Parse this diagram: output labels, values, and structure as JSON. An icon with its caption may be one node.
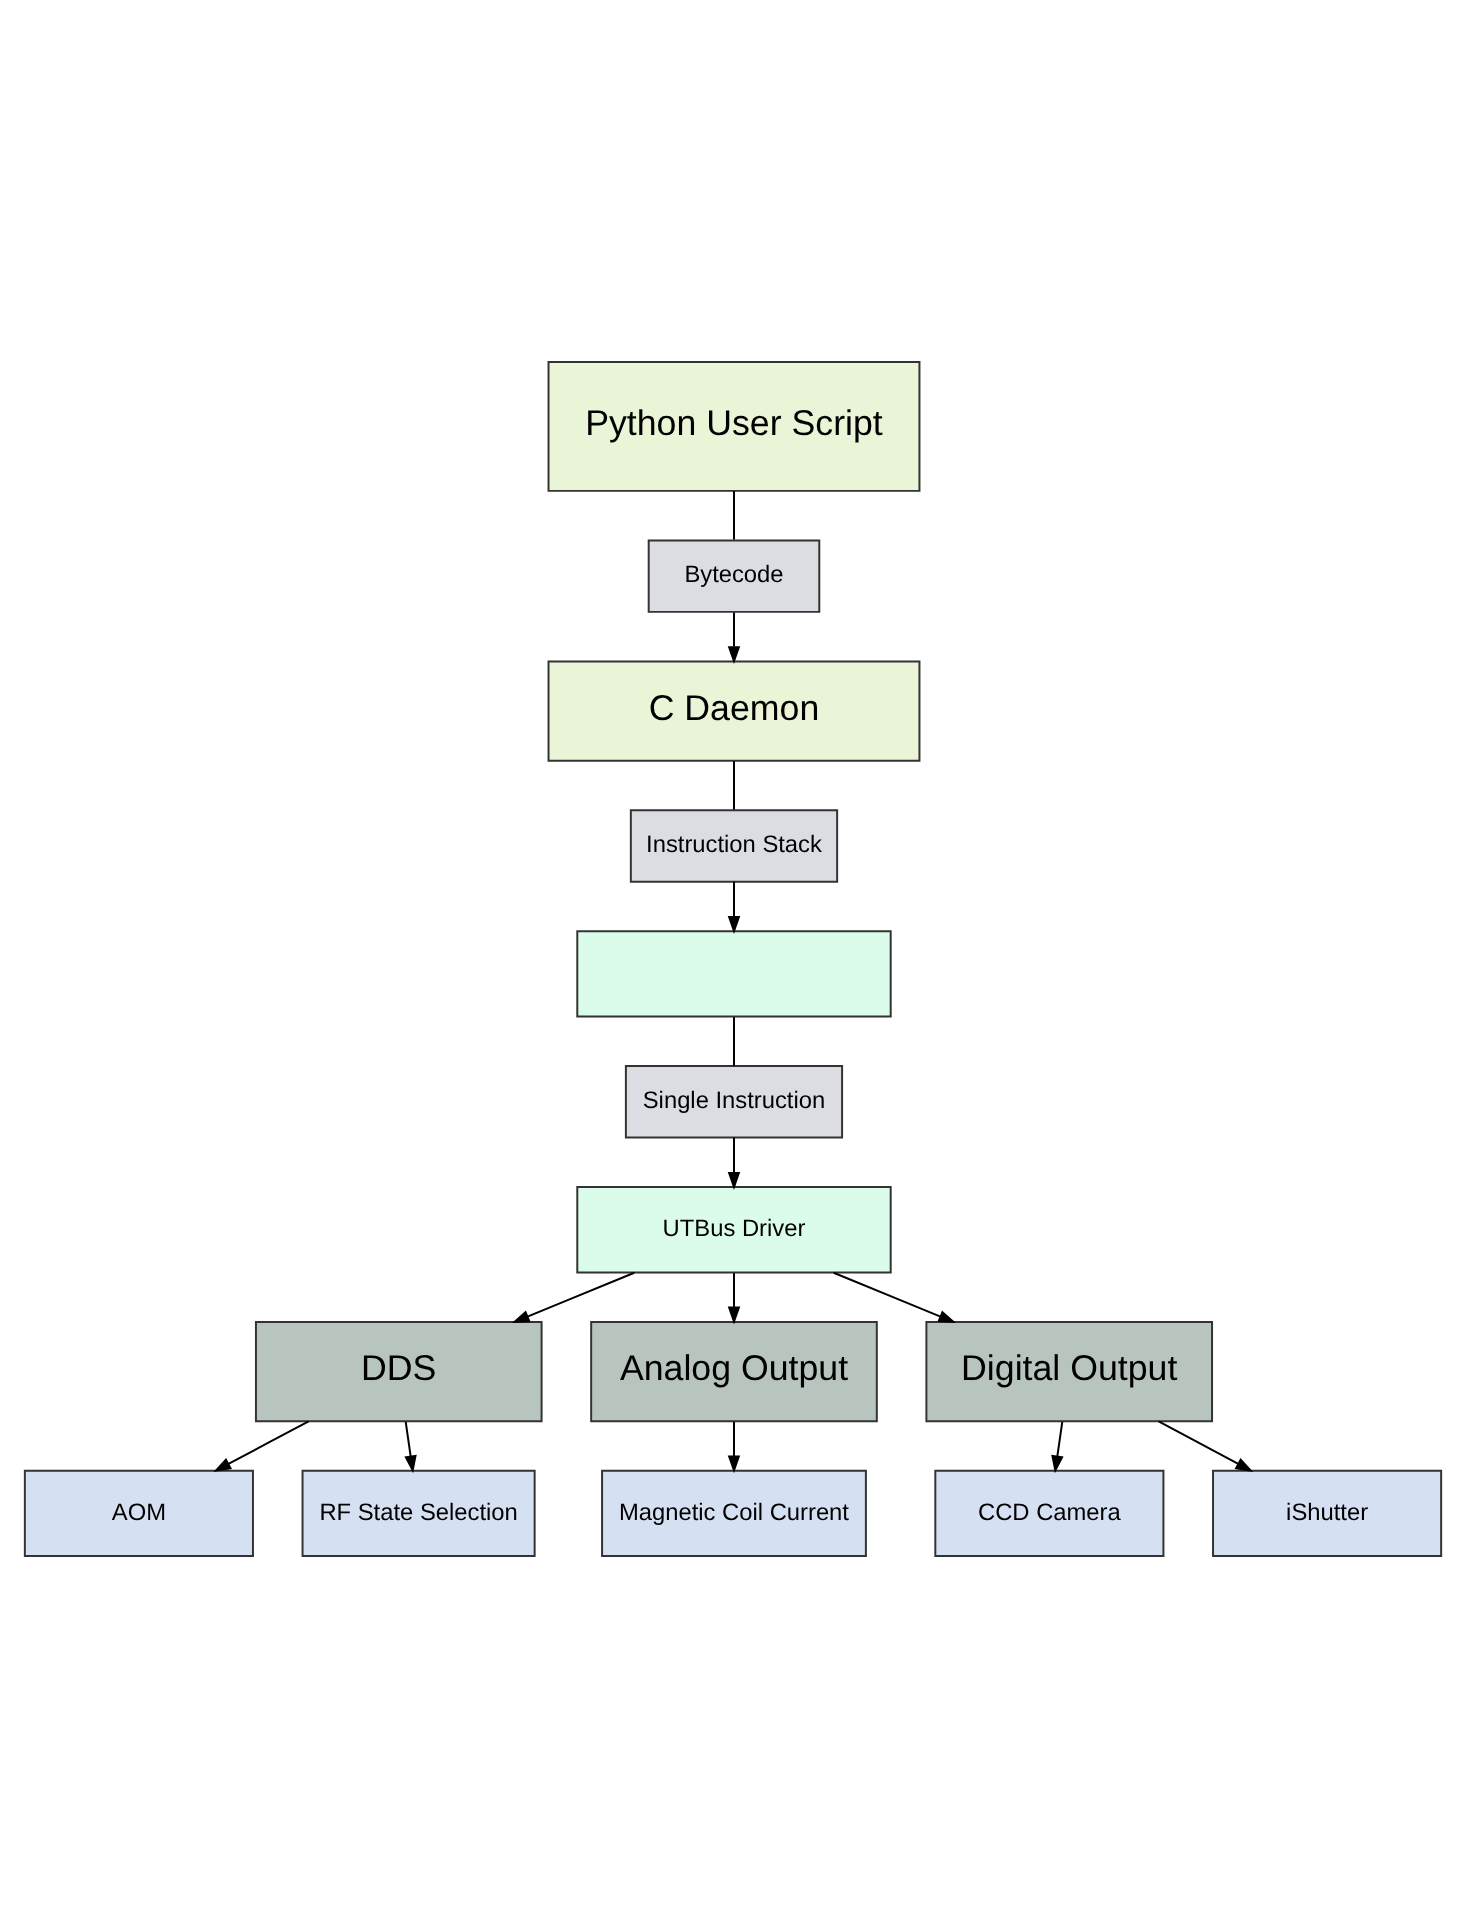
{
  "diagram": {
    "nodes": [
      {
        "text": [
          "Python User Script"
        ]
      },
      {
        "text": [
          "Bytecode"
        ]
      },
      {
        "text": [
          "C Daemon"
        ]
      },
      {
        "text": [
          "Instruction Stack"
        ]
      },
      {
        "text": [],
        "shape": "box"
      },
      {
        "text": [
          "Single Instruction"
        ]
      },
      {
        "text": [
          "UTBus Driver"
        ]
      },
      {
        "text": [
          "DDS"
        ]
      },
      {
        "text": [
          "Analog Output"
        ]
      },
      {
        "text": [
          "Digital Output"
        ]
      },
      {
        "text": [
          "AOM"
        ]
      },
      {
        "text": [
          "RF State Selection"
        ]
      },
      {
        "text": [
          "Magnetic Coil Current"
        ]
      },
      {
        "text": [
          "CCD Camera"
        ]
      },
      {
        "text": [
          "iShutter"
        ]
      }
    ],
    "edges": [
      {
        "from": 0,
        "to": 1,
        "arrow": "none"
      },
      {
        "from": 1,
        "to": 2,
        "arrow": "to"
      },
      {
        "from": 2,
        "to": 3,
        "arrow": "none"
      },
      {
        "from": 3,
        "to": 4,
        "arrow": "to"
      },
      {
        "from": 4,
        "to": 5,
        "arrow": "none"
      },
      {
        "from": 5,
        "to": 6,
        "arrow": "to"
      },
      {
        "from": 6,
        "to": 7,
        "arrow": "to"
      },
      {
        "from": 6,
        "to": 8,
        "arrow": "to"
      },
      {
        "from": 6,
        "to": 9,
        "arrow": "to"
      },
      {
        "from": 7,
        "to": 10,
        "arrow": "to"
      },
      {
        "from": 7,
        "to": 11,
        "arrow": "to"
      },
      {
        "from": 8,
        "to": 12,
        "arrow": "to"
      },
      {
        "from": 9,
        "to": 13,
        "arrow": "to"
      },
      {
        "from": 9,
        "to": 14,
        "arrow": "to"
      }
    ]
  }
}
